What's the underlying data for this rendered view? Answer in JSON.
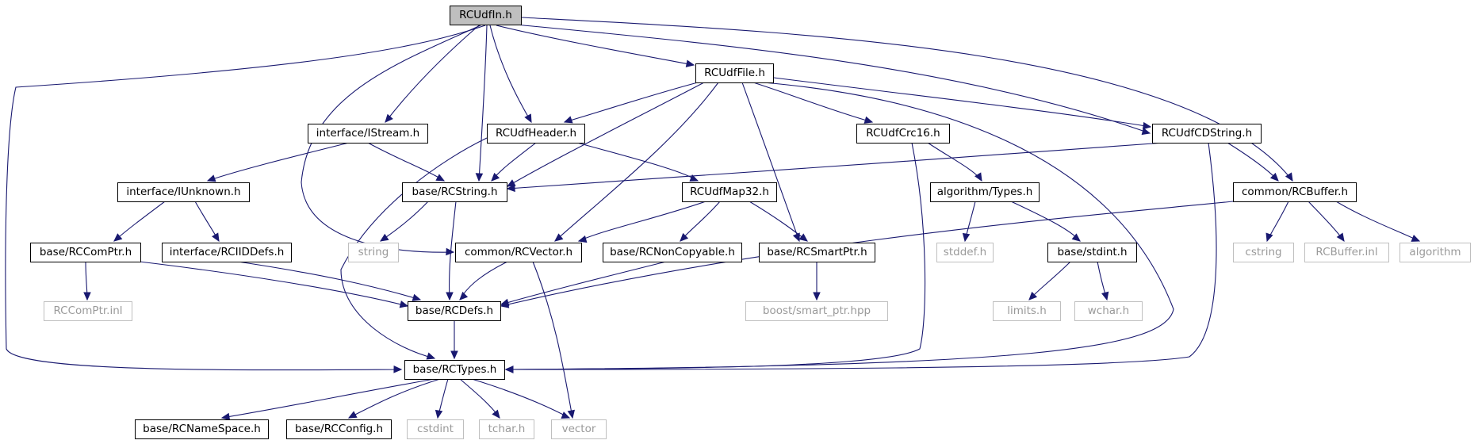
{
  "graph": {
    "nodes": {
      "rcudfin": "RCUdfIn.h",
      "rcudffile": "RCUdfFile.h",
      "istream": "interface/IStream.h",
      "rcudfheader": "RCUdfHeader.h",
      "rcudfcrc16": "RCUdfCrc16.h",
      "rcudfcdstring": "RCUdfCDString.h",
      "iunknown": "interface/IUnknown.h",
      "rcstring": "base/RCString.h",
      "rcudfmap32": "RCUdfMap32.h",
      "types": "algorithm/Types.h",
      "rcbuffer": "common/RCBuffer.h",
      "rccomptr": "base/RCComPtr.h",
      "rciiddefs": "interface/RCIIDDefs.h",
      "string": "string",
      "rcvector": "common/RCVector.h",
      "rcnoncopyable": "base/RCNonCopyable.h",
      "rcsmartptr": "base/RCSmartPtr.h",
      "stddef": "stddef.h",
      "stdint": "base/stdint.h",
      "cstring": "cstring",
      "rcbufferinl": "RCBuffer.inl",
      "algorithm": "algorithm",
      "rccomptrinl": "RCComPtr.inl",
      "rcdefs": "base/RCDefs.h",
      "smartptr": "boost/smart_ptr.hpp",
      "limits": "limits.h",
      "wchar": "wchar.h",
      "rctypes": "base/RCTypes.h",
      "rcnamespace": "base/RCNameSpace.h",
      "rcconfig": "base/RCConfig.h",
      "cstdint": "cstdint",
      "tchar": "tchar.h",
      "vector": "vector"
    }
  }
}
